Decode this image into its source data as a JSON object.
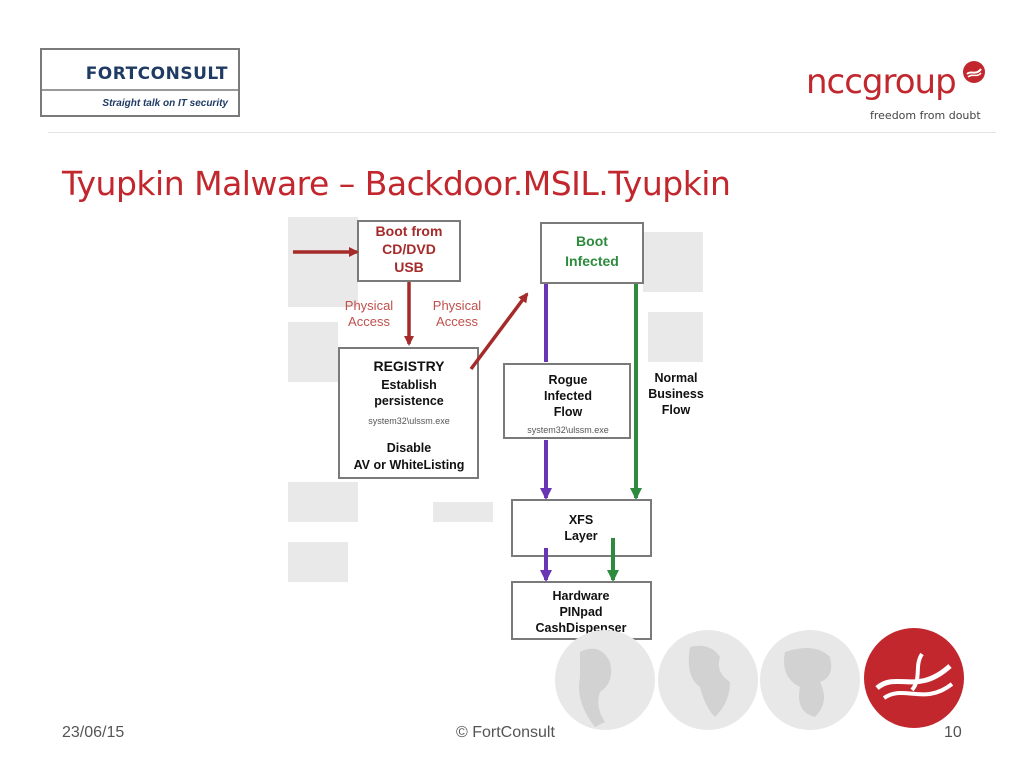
{
  "header": {
    "fortconsult_logo_text": "FORTCONSULT",
    "fortconsult_tagline": "Straight talk on IT security",
    "ncc_logo_text": "nccgroup",
    "ncc_tagline": "freedom from doubt"
  },
  "title": "Tyupkin Malware – Backdoor.MSIL.Tyupkin",
  "diagram": {
    "boot_from": [
      "Boot from",
      "CD/DVD",
      "USB"
    ],
    "physical_access_left": [
      "Physical",
      "Access"
    ],
    "physical_access_right": [
      "Physical",
      "Access"
    ],
    "boot_infected": [
      "Boot",
      "Infected"
    ],
    "registry_title": "REGISTRY",
    "registry_lines": [
      "Establish",
      "persistence"
    ],
    "registry_path": "system32\\ulssm.exe",
    "registry_disable": [
      "Disable",
      "AV or WhiteListing"
    ],
    "rogue": [
      "Rogue",
      "Infected",
      "Flow"
    ],
    "rogue_path": "system32\\ulssm.exe",
    "normal": [
      "Normal",
      "Business",
      "Flow"
    ],
    "xfs": [
      "XFS",
      "Layer"
    ],
    "hardware": [
      "Hardware",
      "PINpad",
      "CashDispenser"
    ]
  },
  "colors": {
    "brand_red": "#c1272d",
    "arrow_red": "#a52a2a",
    "arrow_purple": "#6a35b5",
    "arrow_green": "#2e8b3e",
    "text_blue": "#1f3b64"
  },
  "footer": {
    "date": "23/06/15",
    "copyright": "© FortConsult",
    "page": "10"
  }
}
